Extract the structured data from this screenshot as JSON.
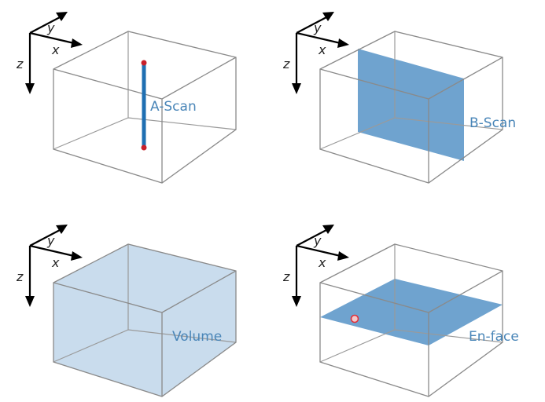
{
  "axes": {
    "x": "x",
    "y": "y",
    "z": "z"
  },
  "panels": [
    {
      "id": "a-scan",
      "label": "A-Scan"
    },
    {
      "id": "b-scan",
      "label": "B-Scan"
    },
    {
      "id": "volume",
      "label": "Volume"
    },
    {
      "id": "en-face",
      "label": "En-face"
    }
  ],
  "colors": {
    "label": "#4a86b8",
    "ascan_line": "#1f6fb2",
    "ascan_dot": "#c8202a",
    "bscan_fill": "#6fa3cf",
    "volume_fill": "#c9dced",
    "enface_fill": "#6fa3cf",
    "enface_marker": "#e0303a"
  }
}
